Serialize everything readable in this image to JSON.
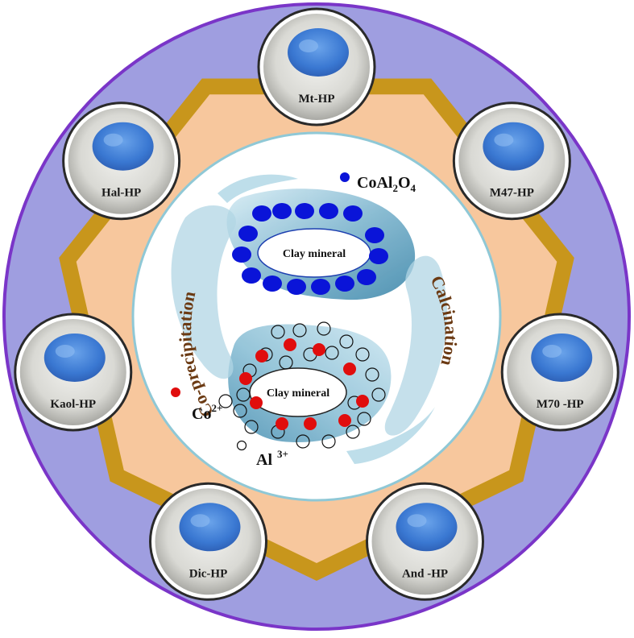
{
  "colors": {
    "outer_ring": "#9f9ee0",
    "outer_border": "#7a35c8",
    "heptagon_fill": "#f7c79d",
    "heptagon_frame": "#c8961c",
    "inner_circle": "#ffffff",
    "inner_border": "#8fc8d6",
    "cobalt_aluminate": "#0a14d8",
    "cobalt_ion": "#e00d0d",
    "powder_blue": "#3f7fd6",
    "process_text": "#6b3a13",
    "water": "#7fb6cf"
  },
  "samples": [
    {
      "id": "mt",
      "label": "Mt-HP"
    },
    {
      "id": "m47",
      "label": "M47-HP"
    },
    {
      "id": "m70",
      "label": "M70 -HP"
    },
    {
      "id": "and",
      "label": "And -HP"
    },
    {
      "id": "dic",
      "label": "Dic-HP"
    },
    {
      "id": "kaol",
      "label": "Kaol-HP"
    },
    {
      "id": "hal",
      "label": "Hal-HP"
    }
  ],
  "center": {
    "clay_top": "Clay mineral",
    "clay_bottom": "Clay mineral",
    "process_left": "Co-precipitation",
    "process_right": "Calcination",
    "legend": {
      "coal_co": "CoAl",
      "coal_sub2": "2",
      "coal_o": "O",
      "coal_sub4": "4",
      "co_ion": "Co",
      "co_charge": "2+",
      "al_ion": "Al",
      "al_charge": "3+"
    }
  },
  "icons": [
    "blue-dot-icon",
    "red-dot-icon",
    "open-circle-icon"
  ]
}
